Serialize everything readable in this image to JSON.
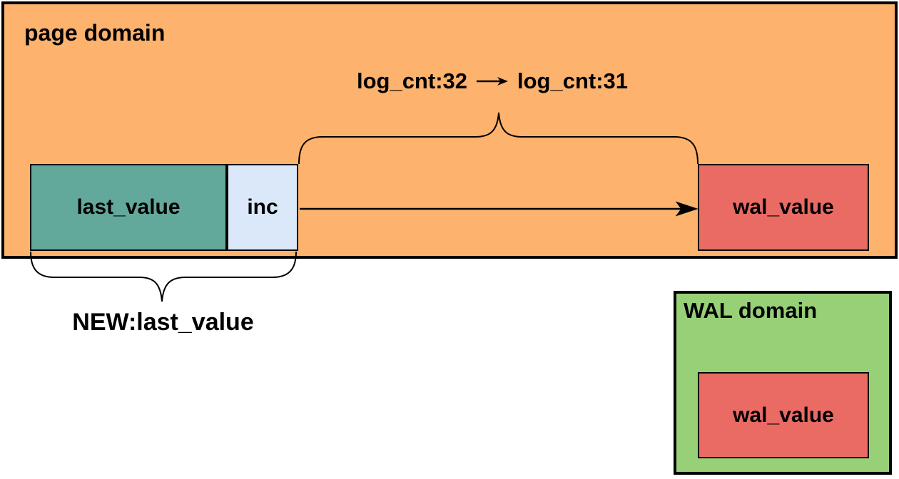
{
  "diagram": {
    "page_domain": {
      "label": "page domain",
      "fill": "#FDB26E"
    },
    "wal_domain": {
      "label": "WAL domain",
      "fill": "#97D077"
    },
    "last_value_box": {
      "label": "last_value",
      "fill": "#63A99B"
    },
    "inc_box": {
      "label": "inc",
      "fill": "#DBE8FA"
    },
    "page_wal_value_box": {
      "label": "wal_value",
      "fill": "#EA6B64"
    },
    "wal_wal_value_box": {
      "label": "wal_value",
      "fill": "#EA6B64"
    },
    "log_cnt_annotation": {
      "from": "log_cnt:32",
      "to": "log_cnt:31"
    },
    "new_value_annotation": "NEW:last_value",
    "stroke_color": "#000000",
    "background_color": "#FFFFFF"
  }
}
